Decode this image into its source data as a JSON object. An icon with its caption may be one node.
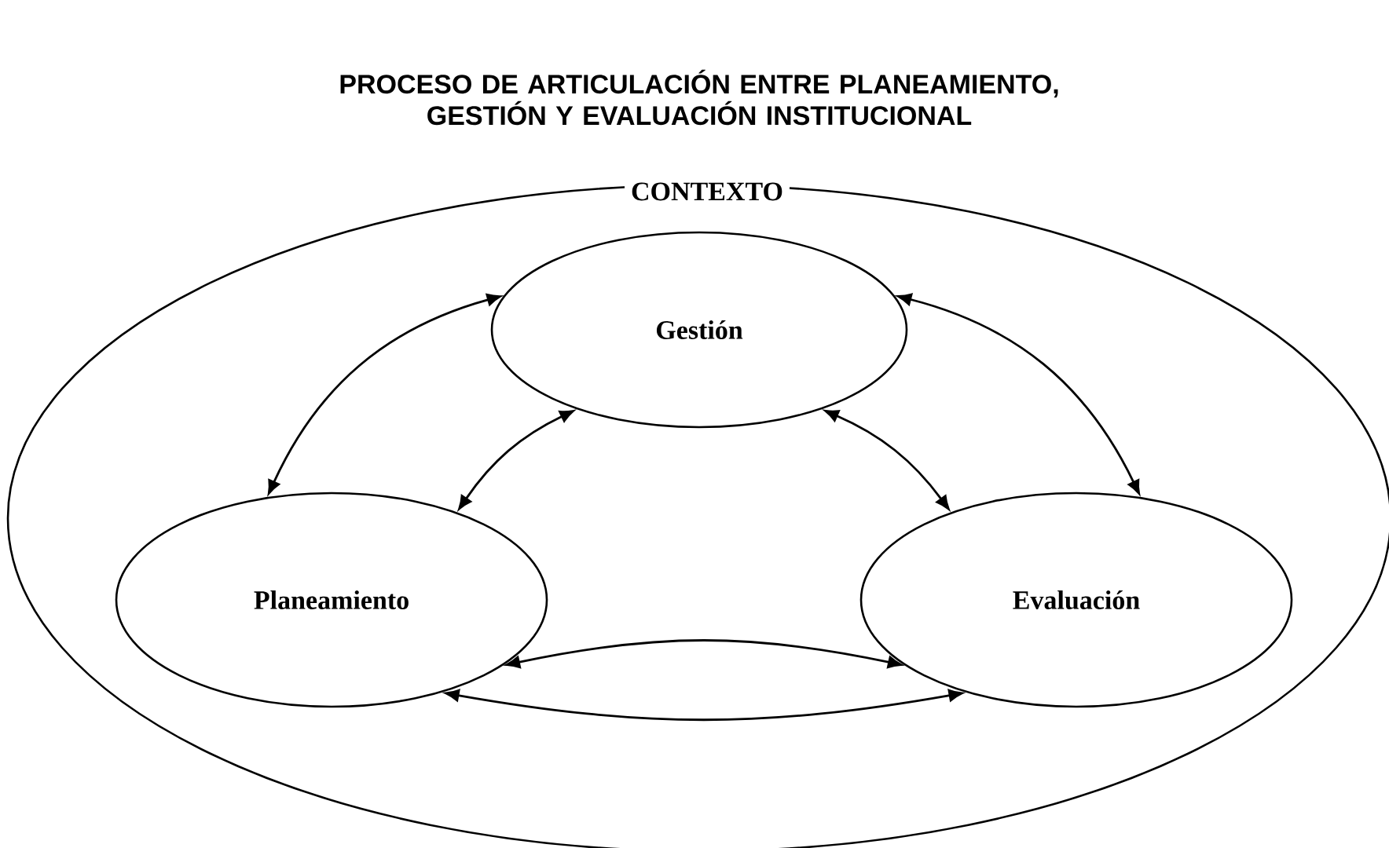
{
  "diagram": {
    "title": "PROCESO DE ARTICULACIÓN ENTRE PLANEAMIENTO, GESTIÓN Y EVALUACIÓN INSTITUCIONAL",
    "nodes": [
      {
        "text": [
          "CONTEXTO"
        ]
      },
      {
        "text": [
          "Gestión"
        ],
        "in": 0
      },
      {
        "text": [
          "Planeamiento"
        ],
        "in": 0
      },
      {
        "text": [
          "Evaluación"
        ],
        "in": 0
      }
    ],
    "edges": [
      {
        "from": 1,
        "to": 2,
        "arrow": "both"
      },
      {
        "from": 1,
        "to": 2,
        "arrow": "both"
      },
      {
        "from": 1,
        "to": 3,
        "arrow": "both"
      },
      {
        "from": 1,
        "to": 3,
        "arrow": "both"
      },
      {
        "from": 2,
        "to": 3,
        "arrow": "both"
      },
      {
        "from": 2,
        "to": 3,
        "arrow": "both"
      }
    ]
  }
}
